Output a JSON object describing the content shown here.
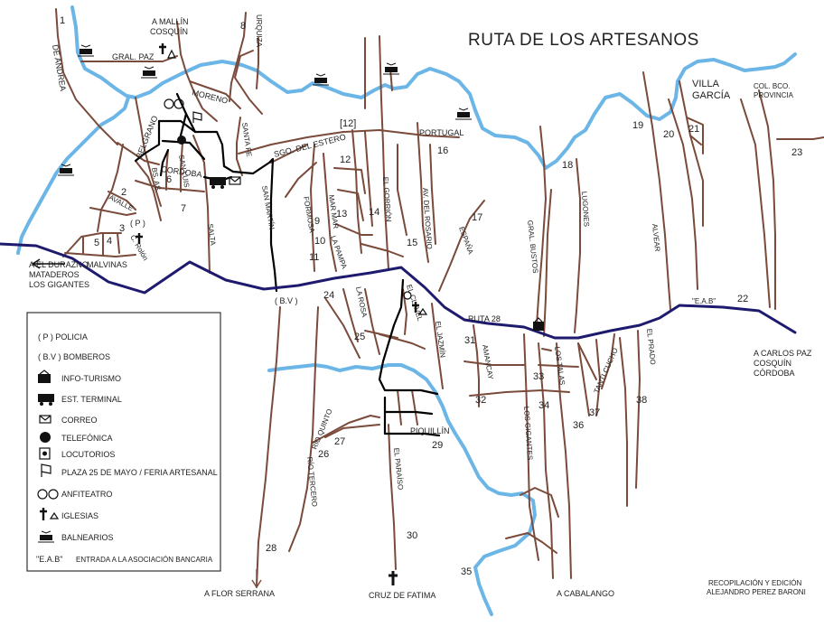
{
  "title": "RUTA DE LOS ARTESANOS",
  "credit": [
    "RECOPILACIÓN Y EDICIÓN",
    "ALEJANDRO PEREZ BARONI"
  ],
  "colors": {
    "river": "#6bb6e6",
    "road": "#7a4a3a",
    "route": "#1e1a6e"
  },
  "places": {
    "mallin": [
      "A MALLÍN",
      "COSQUÍN"
    ],
    "durazno": [
      "A EL DURAZNO",
      "MATADEROS",
      "LOS GIGANTES"
    ],
    "carlos_paz": [
      "A CARLOS PAZ",
      "COSQUÍN",
      "CÓRDOBA"
    ],
    "flor_serrana": "A FLOR SERRANA",
    "cruz_fatima": "CRUZ DE FATIMA",
    "cabalango": "A  CABALANGO",
    "villa_garcia": [
      "VILLA",
      "GARCÍA"
    ],
    "col_bco": [
      "COL. BCO.",
      "PROVINCIA"
    ]
  },
  "streets": {
    "gral_paz": "GRAL. PAZ",
    "de_andrea": "DE ANDREA",
    "urquiza": "URQUIZA",
    "moreno": "MORENO",
    "belgrano": "BELGRANO",
    "bs_as": "BS. AS.",
    "san_luis": "SAN LUIS",
    "cordoba": "CORDOBA",
    "santa_fe": "SANTA FE",
    "salta": "SALTA",
    "avalle": "AVALLE",
    "malvinas": "MALVINAS",
    "c_rolon": "C. Rolón",
    "sgo_estero": "SGO. DEL ESTERO",
    "san_martin": "SAN MARTÍN",
    "formosa": "FORMOSA",
    "mar_mar": "MAR MAR",
    "la_pampa": "LA PAMPA",
    "el_gorrion": "EL GORRIÓN",
    "av_rosario": "AV. DEL ROSARIO",
    "portugal": "PORTUGAL",
    "espana": "ESPAÑA",
    "gral_bustos": "GRAL. BUSTOS",
    "lugones": "LUGONES",
    "alvear": "ALVEAR",
    "ruta28": "RUTA  28",
    "eab": "\"E.A.B\"",
    "la_rosa": "LA ROSA",
    "el_clavel": "EL CLAVEL",
    "el_jazmin": "EL JAZMÍN",
    "amancay": "AMANCAY",
    "los_talas": "LOS TALAS",
    "tanti_cucho": "TANTI CUCHO",
    "el_prado": "EL PRADO",
    "los_gigantes": "LOS GIGANTES",
    "rio_quinto": "RÍO QUINTO",
    "rio_tercero": "RÍO TERCERO",
    "piquillin": "PIQUILLÍN",
    "el_paraiso": "EL PARAÍSO",
    "bv": "( B.V )",
    "p": "( P )"
  },
  "numbers": [
    "1",
    "2",
    "3",
    "4",
    "5",
    "6",
    "7",
    "8",
    "9",
    "10",
    "11",
    "12",
    "13",
    "14",
    "15",
    "16",
    "17",
    "18",
    "19",
    "20",
    "21",
    "22",
    "23",
    "24",
    "25",
    "26",
    "27",
    "28",
    "29",
    "30",
    "31",
    "32",
    "33",
    "34",
    "35",
    "36",
    "37",
    "38"
  ],
  "num12": "[12]",
  "legend": [
    {
      "icon": "police-text",
      "label": "( P ) POLICIA"
    },
    {
      "icon": "bv-text",
      "label": "( B.V ) BOMBEROS"
    },
    {
      "icon": "info-icon",
      "label": "INFO-TURISMO"
    },
    {
      "icon": "bus-icon",
      "label": "EST. TERMINAL"
    },
    {
      "icon": "envelope-icon",
      "label": "CORREO"
    },
    {
      "icon": "telephone-icon",
      "label": "TELEFÓNICA"
    },
    {
      "icon": "booth-icon",
      "label": "LOCUTORIOS"
    },
    {
      "icon": "flag-icon",
      "label": "PLAZA 25 DE MAYO  / FERIA ARTESANAL"
    },
    {
      "icon": "masks-icon",
      "label": "ANFITEATRO"
    },
    {
      "icon": "church-icon",
      "label": "IGLESIAS"
    },
    {
      "icon": "beach-icon",
      "label": "BALNEARIOS"
    },
    {
      "icon": "eab-text",
      "label": "ENTRADA A LA ASOCIACIÓN BANCARIA"
    }
  ],
  "legend_codes": {
    "eab": "\"E.A.B\""
  }
}
